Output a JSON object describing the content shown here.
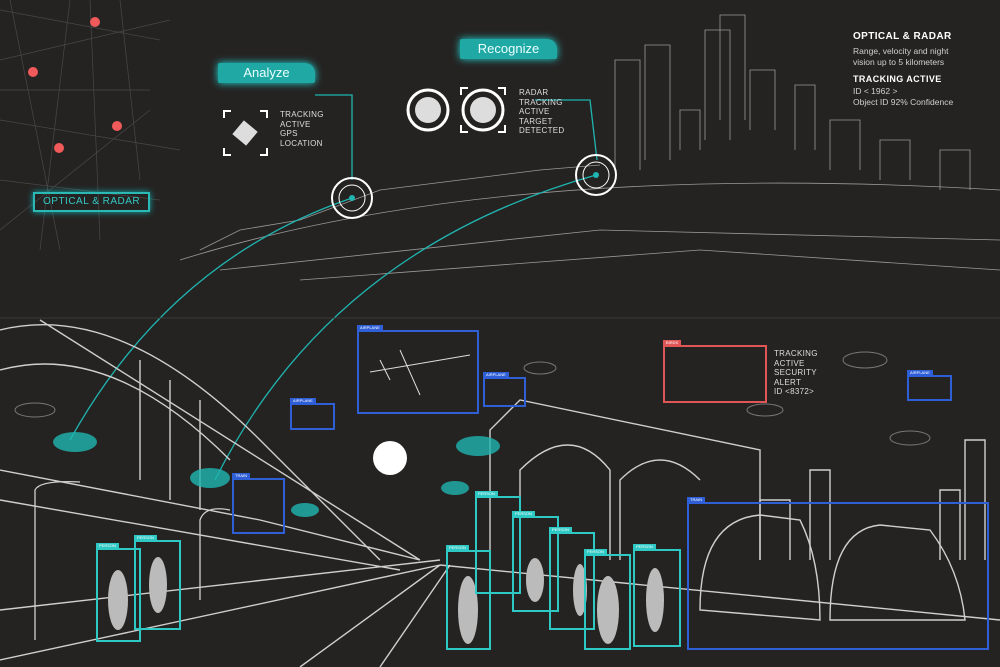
{
  "top": {
    "analyze_label": "Analyze",
    "recognize_label": "Recognize",
    "optical_radar_button": "OPTICAL & RADAR",
    "gps_lines": [
      "TRACKING",
      "ACTIVE",
      "GPS",
      "LOCATION"
    ],
    "radar_lines": [
      "RADAR",
      "TRACKING",
      "ACTIVE",
      "TARGET",
      "DETECTED"
    ]
  },
  "info_panel": {
    "title": "OPTICAL & RADAR",
    "description_1": "Range, velocity and night",
    "description_2": "vision up to 5 kilometers",
    "status": "TRACKING ACTIVE",
    "id": "ID < 1962 >",
    "confidence": "Object ID 92% Confidence"
  },
  "alert": {
    "lines": [
      "TRACKING",
      "ACTIVE",
      "SECURITY",
      "ALERT",
      "ID <8372>"
    ]
  },
  "detections": {
    "airplane": "AIRPLANE",
    "person": "PERSON",
    "train": "TRAIN",
    "birds": "BIRDS"
  },
  "colors": {
    "teal": "#1fa8a4",
    "blue": "#2f5fd6",
    "red": "#e05555",
    "cyan": "#2ec9c4",
    "map_dot": "#f05a5a"
  }
}
